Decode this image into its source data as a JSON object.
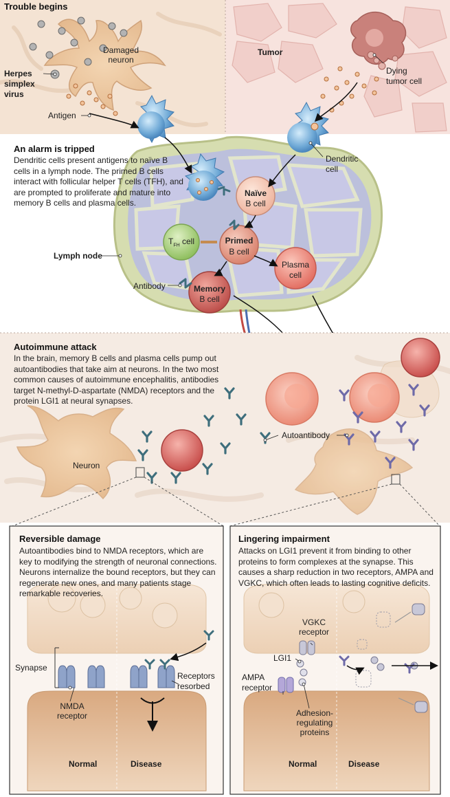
{
  "sections": {
    "trouble": {
      "title": "Trouble begins"
    },
    "alarm": {
      "title": "An alarm is tripped",
      "body": "Dendritic cells present antigens to naïve B cells in a lymph node. The primed B cells interact with follicular helper T cells (TFH), and are prompted to proliferate and mature into memory B cells and plasma cells."
    },
    "attack": {
      "title": "Autoimmune attack",
      "body": "In the brain, memory B cells and plasma cells pump out autoantibodies that take aim at neurons. In the two most common causes of autoimmune encephalitis, antibodies target N-methyl-D-aspartate (NMDA) receptors and the protein LGI1 at neural synapses."
    },
    "reversible": {
      "title": "Reversible damage",
      "body": "Autoantibodies bind to NMDA receptors, which are key to modifying the strength of neuronal connections. Neurons internalize the bound receptors, but they can regenerate new ones, and many patients stage remarkable recoveries."
    },
    "lingering": {
      "title": "Lingering impairment",
      "body": "Attacks on LGI1 prevent it from binding to other proteins to form complexes at the synapse. This causes a sharp reduction in two receptors, AMPA and VGKC, which often leads to lasting cognitive deficits."
    }
  },
  "labels": {
    "damaged_neuron": "Damaged\nneuron",
    "herpes": "Herpes\nsimplex\nvirus",
    "antigen": "Antigen",
    "tumor": "Tumor",
    "dying_tumor": "Dying\ntumor cell",
    "dendritic": "Dendritic\ncell",
    "naive": "Naïve",
    "naive2": "B cell",
    "tfh_main": "T",
    "tfh_sub": "FH",
    "tfh_cell": "cell",
    "primed": "Primed",
    "primed2": "B cell",
    "plasma": "Plasma",
    "plasma2": "cell",
    "memory": "Memory",
    "memory2": "B cell",
    "lymph_node": "Lymph node",
    "antibody": "Antibody",
    "autoantibody": "Autoantibody",
    "neuron": "Neuron",
    "synapse": "Synapse",
    "nmda": "NMDA\nreceptor",
    "receptors_resorbed": "Receptors\nresorbed",
    "normal": "Normal",
    "disease": "Disease",
    "vgkc": "VGKC\nreceptor",
    "lgi1": "LGI1",
    "ampa": "AMPA\nreceptor",
    "adhesion": "Adhesion-\nregulating\nproteins"
  },
  "colors": {
    "brain_bg": "#f3e2d4",
    "tumor_bg": "#f6e1dd",
    "dendritic": "#7fb6e0",
    "lymph": "#d9dfb8",
    "follicle": "#c8c9e6",
    "naive_cell": "#f4c7b4",
    "primed_cell": "#e89f8c",
    "tfh_cell": "#a9cd7c",
    "plasma_cell": "#ef8c80",
    "memory_cell": "#cf6d66",
    "antibody": "#3e6e7c",
    "autoantibody_purple": "#6e6aa8",
    "receptor": "#8fa3c9",
    "synapse_pre": "#f1dcc6",
    "synapse_post": "#e7c3a2"
  }
}
